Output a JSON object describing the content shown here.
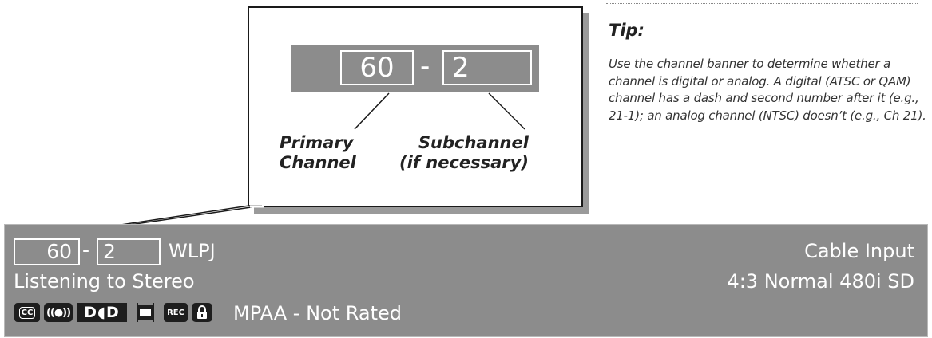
{
  "callout": {
    "primary_number": "60",
    "dash": "-",
    "sub_number": "2",
    "label_primary_line1": "Primary",
    "label_primary_line2": "Channel",
    "label_sub_line1": "Subchannel",
    "label_sub_line2": "(if necessary)"
  },
  "tip": {
    "title": "Tip:",
    "body": "Use the channel banner to determine whether a channel is digital or analog. A digital (ATSC or QAM) channel has a dash and second number after it (e.g., 21-1); an analog channel (NTSC) doesn’t (e.g., Ch 21)."
  },
  "banner": {
    "primary_number": "60",
    "dash": "-",
    "sub_number": "2",
    "call_sign": "WLPJ",
    "audio_status": "Listening to Stereo",
    "input": "Cable Input",
    "format": "4:3 Normal 480i SD",
    "rating": "MPAA - Not Rated",
    "icons": {
      "cc": "CC",
      "surround": "((●))",
      "dolby": "D◖D",
      "rec": "REC"
    }
  },
  "colors": {
    "banner_bg": "#8c8c8c",
    "banner_text": "#ffffff",
    "icon_bg": "#1e1e1e"
  }
}
